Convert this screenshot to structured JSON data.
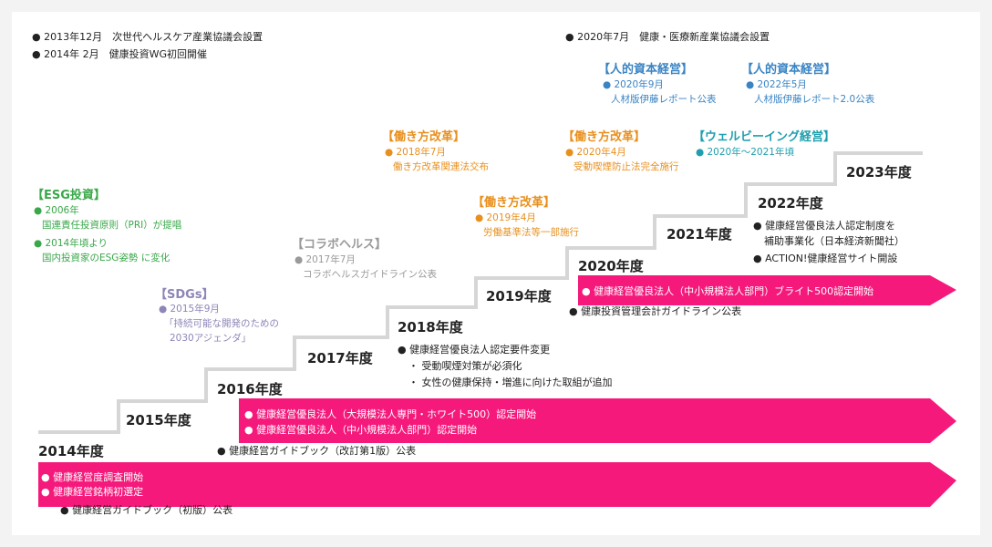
{
  "colors": {
    "pink": "#f5197c",
    "stairs": "#d6d6d6",
    "green": "#3aa84a",
    "lavender": "#8d86b8",
    "gray": "#9a9a9a",
    "orange": "#e8901e",
    "blue": "#3a84c4",
    "teal": "#1e9fae"
  },
  "top_notes": {
    "left1": "● 2013年12月　次世代ヘルスケア産業協議会設置",
    "left2": "● 2014年 2月　健康投資WG初回開催",
    "right1": "● 2020年7月　健康・医療新産業協議会設置"
  },
  "years": {
    "y2014": "2014年度",
    "y2015": "2015年度",
    "y2016": "2016年度",
    "y2017": "2017年度",
    "y2018": "2018年度",
    "y2019": "2019年度",
    "y2020": "2020年度",
    "y2021": "2021年度",
    "y2022": "2022年度",
    "y2023": "2023年度"
  },
  "esg": {
    "head": "【ESG投資】",
    "l1": "● 2006年",
    "l2": "国連責任投資原則（PRI）が提唱",
    "l3": "● 2014年頃より",
    "l4": "国内投資家のESG姿勢  に変化"
  },
  "sdgs": {
    "head": "【SDGs】",
    "l1": "● 2015年9月",
    "l2": "「持続可能な開発のための",
    "l3": "2030アジェンダ」"
  },
  "collabo": {
    "head": "【コラボヘルス】",
    "l1": "● 2017年7月",
    "l2": "コラボヘルスガイドライン公表"
  },
  "work1": {
    "head": "【働き方改革】",
    "l1": "● 2018年7月",
    "l2": "働き方改革関連法交布"
  },
  "work2": {
    "head": "【働き方改革】",
    "l1": "● 2019年4月",
    "l2": "労働基準法等一部施行"
  },
  "work3": {
    "head": "【働き方改革】",
    "l1": "● 2020年4月",
    "l2": "受動喫煙防止法完全施行"
  },
  "human1": {
    "head": "【人的資本経営】",
    "l1": "● 2020年9月",
    "l2": "人材版伊藤レポート公表"
  },
  "human2": {
    "head": "【人的資本経営】",
    "l1": "● 2022年5月",
    "l2": "人材版伊藤レポート2.0公表"
  },
  "wellbeing": {
    "head": "【ウェルビーイング経営】",
    "l1": "● 2020年～2021年頃"
  },
  "bar1": {
    "l1": "● 健康経営度調査開始",
    "l2": "● 健康経営銘柄初選定"
  },
  "bar2": {
    "l1": "● 健康経営優良法人（大規模法人専門・ホワイト500）認定開始",
    "l2": "● 健康経営優良法人（中小規模法人部門）認定開始"
  },
  "bar3": {
    "l1": "● 健康経営優良法人（中小規模法人部門）ブライト500認定開始"
  },
  "notes": {
    "n2014": "● 健康経営ガイドブック（初版）公表",
    "n2016": "● 健康経営ガイドブック（改訂第1版）公表",
    "n2018a": "● 健康経営優良法人認定要件変更",
    "n2018b": "・ 受動喫煙対策が必須化",
    "n2018c": "・ 女性の健康保持・増進に向けた取組が追加",
    "n2020": "● 健康投資管理会計ガイドライン公表",
    "n2022a": "● 健康経営優良法人認定制度を",
    "n2022b": "補助事業化（日本経済新聞社）",
    "n2022c": "● ACTION!健康経営サイト開設"
  }
}
